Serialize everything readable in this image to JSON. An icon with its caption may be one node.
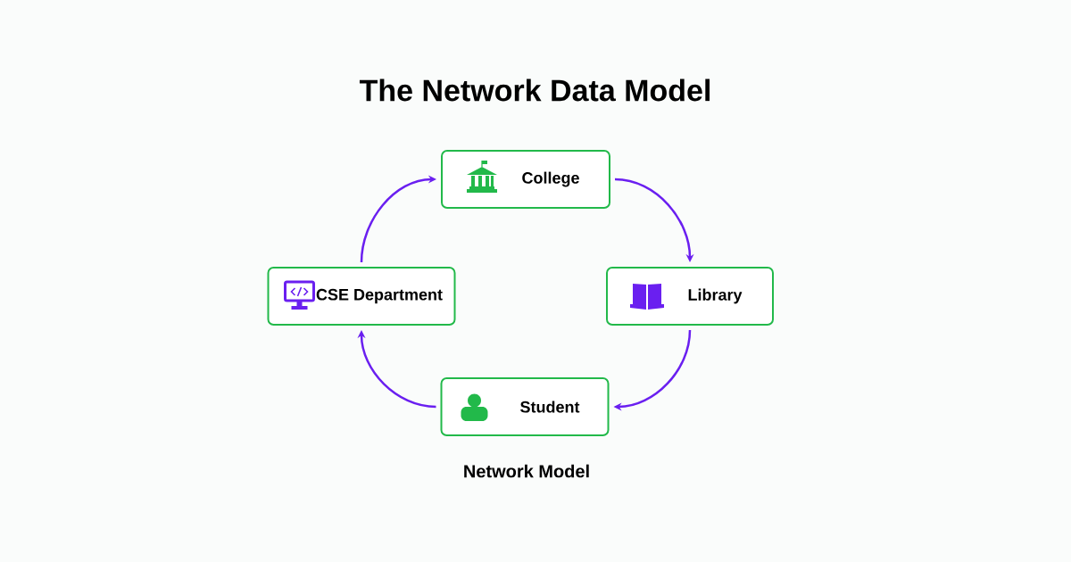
{
  "diagram": {
    "title": "The Network Data Model",
    "nodes": [
      {
        "text": [
          "College"
        ]
      },
      {
        "text": [
          "Library"
        ]
      },
      {
        "text": [
          "Student"
        ]
      },
      {
        "text": [
          "CSE Department"
        ]
      }
    ],
    "edges": [
      {
        "from": 0,
        "to": 1,
        "arrow": "to"
      },
      {
        "from": 1,
        "to": 2,
        "arrow": "to"
      },
      {
        "from": 2,
        "to": 3,
        "arrow": "to"
      },
      {
        "from": 3,
        "to": 0,
        "arrow": "to"
      }
    ],
    "caption": "Network Model"
  }
}
